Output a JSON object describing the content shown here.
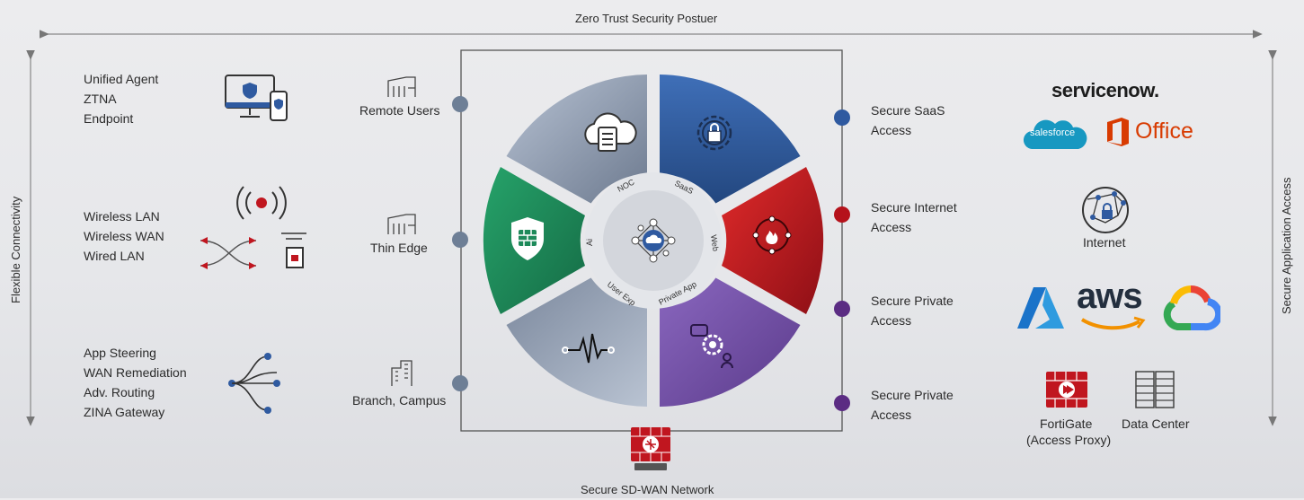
{
  "top_axis_label": "Zero Trust Security Postuer",
  "left_axis_label": "Flexible Connectivity",
  "right_axis_label": "Secure Application Access",
  "bottom_label": "Secure SD-WAN Network",
  "left_groups": [
    {
      "lines": [
        "Unified Agent",
        "ZTNA",
        "Endpoint"
      ],
      "icon": "endpoint-devices-icon"
    },
    {
      "lines": [
        "Wireless LAN",
        "Wireless WAN",
        "Wired LAN"
      ],
      "icon": "wireless-icon"
    },
    {
      "lines": [
        "App Steering",
        "WAN Remediation",
        "Adv. Routing",
        "ZINA Gateway"
      ],
      "icon": "branching-paths-icon"
    }
  ],
  "sites": [
    {
      "label": "Remote Users",
      "icon": "building-icon",
      "dot_color": "#6e7f96"
    },
    {
      "label": "Thin Edge",
      "icon": "building-icon",
      "dot_color": "#6e7f96"
    },
    {
      "label": "Branch, Campus",
      "icon": "office-tower-icon",
      "dot_color": "#6e7f96"
    }
  ],
  "access": [
    {
      "lines": [
        "Secure SaaS",
        "Access"
      ],
      "dot_color": "#2f5aa0"
    },
    {
      "lines": [
        "Secure Internet",
        "Access"
      ],
      "dot_color": "#b5121b"
    },
    {
      "lines": [
        "Secure Private",
        "Access"
      ],
      "dot_color": "#5b2c83"
    },
    {
      "lines": [
        "Secure Private",
        "Access"
      ],
      "dot_color": "#5b2c83"
    }
  ],
  "wheel": {
    "inner_labels": [
      "NOC",
      "SaaS",
      "Web",
      "Private App",
      "User Exp",
      "Ai"
    ],
    "segments": [
      {
        "icon": "cloud-clipboard-icon",
        "color": "#8e9bb0"
      },
      {
        "icon": "gear-lock-icon",
        "color": "#2f5aa0"
      },
      {
        "icon": "network-fire-icon",
        "color": "#c0161f"
      },
      {
        "icon": "gear-user-icon",
        "color": "#6a4a9c"
      },
      {
        "icon": "waveform-icon",
        "color": "#8e9bb0"
      },
      {
        "icon": "shield-firewall-icon",
        "color": "#1e8a5a"
      }
    ],
    "center_icon": "cloud-network-icon"
  },
  "brands": {
    "servicenow": "servicenow.",
    "salesforce": "salesforce",
    "office": "Office",
    "internet": "Internet",
    "aws": "aws",
    "fortigate": [
      "FortiGate",
      "(Access Proxy)"
    ],
    "datacenter": "Data Center"
  },
  "colors": {
    "accent_blue": "#2f5aa0",
    "accent_red": "#c0161f",
    "accent_purple": "#6a4a9c",
    "accent_green": "#1e8a5a"
  }
}
